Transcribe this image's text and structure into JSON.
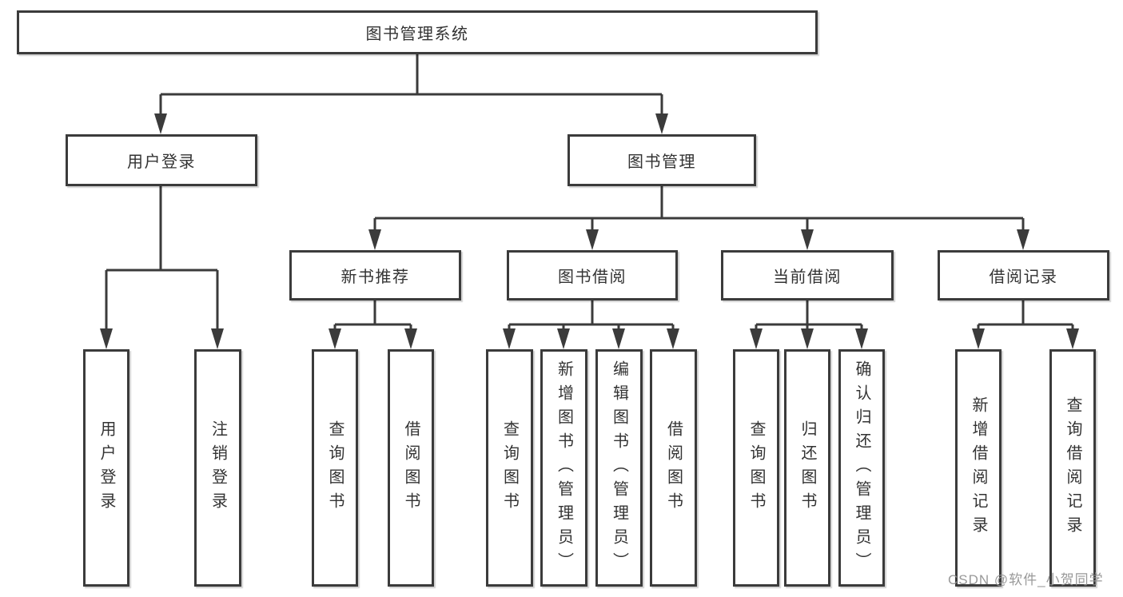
{
  "diagram_title": "图书管理系统",
  "watermark": "CSDN @软件_小贺同学",
  "colors": {
    "line": "#3b3b3b",
    "box_border": "#3b3b3b",
    "box_background": "#ffffff",
    "text": "#333333",
    "watermark": "#949494"
  },
  "nodes": {
    "root": {
      "label": "图书管理系统"
    },
    "user_login": {
      "label": "用户登录"
    },
    "book_management": {
      "label": "图书管理"
    },
    "new_book_recommend": {
      "label": "新书推荐"
    },
    "book_borrowing": {
      "label": "图书借阅"
    },
    "current_borrowing": {
      "label": "当前借阅"
    },
    "borrowing_records": {
      "label": "借阅记录"
    },
    "leaf_user_login": {
      "label": "用户登录"
    },
    "leaf_logout": {
      "label": "注销登录"
    },
    "query_books_recommend": {
      "label": "查询图书"
    },
    "borrow_books_recommend": {
      "label": "借阅图书"
    },
    "query_books_borrow": {
      "label": "查询图书"
    },
    "add_book_admin": {
      "label": "新增图书（管理员）"
    },
    "edit_book_admin": {
      "label": "编辑图书（管理员）"
    },
    "borrow_books_borrow": {
      "label": "借阅图书"
    },
    "query_books_current": {
      "label": "查询图书"
    },
    "return_books": {
      "label": "归还图书"
    },
    "confirm_return_admin": {
      "label": "确认归还（管理员）"
    },
    "add_borrow_record": {
      "label": "新增借阅记录"
    },
    "query_borrow_record": {
      "label": "查询借阅记录"
    }
  },
  "tree": {
    "label": "图书管理系统",
    "children": [
      {
        "label": "用户登录",
        "children": [
          {
            "label": "用户登录"
          },
          {
            "label": "注销登录"
          }
        ]
      },
      {
        "label": "图书管理",
        "children": [
          {
            "label": "新书推荐",
            "children": [
              {
                "label": "查询图书"
              },
              {
                "label": "借阅图书"
              }
            ]
          },
          {
            "label": "图书借阅",
            "children": [
              {
                "label": "查询图书"
              },
              {
                "label": "新增图书（管理员）"
              },
              {
                "label": "编辑图书（管理员）"
              },
              {
                "label": "借阅图书"
              }
            ]
          },
          {
            "label": "当前借阅",
            "children": [
              {
                "label": "查询图书"
              },
              {
                "label": "归还图书"
              },
              {
                "label": "确认归还（管理员）"
              }
            ]
          },
          {
            "label": "借阅记录",
            "children": [
              {
                "label": "新增借阅记录"
              },
              {
                "label": "查询借阅记录"
              }
            ]
          }
        ]
      }
    ]
  }
}
